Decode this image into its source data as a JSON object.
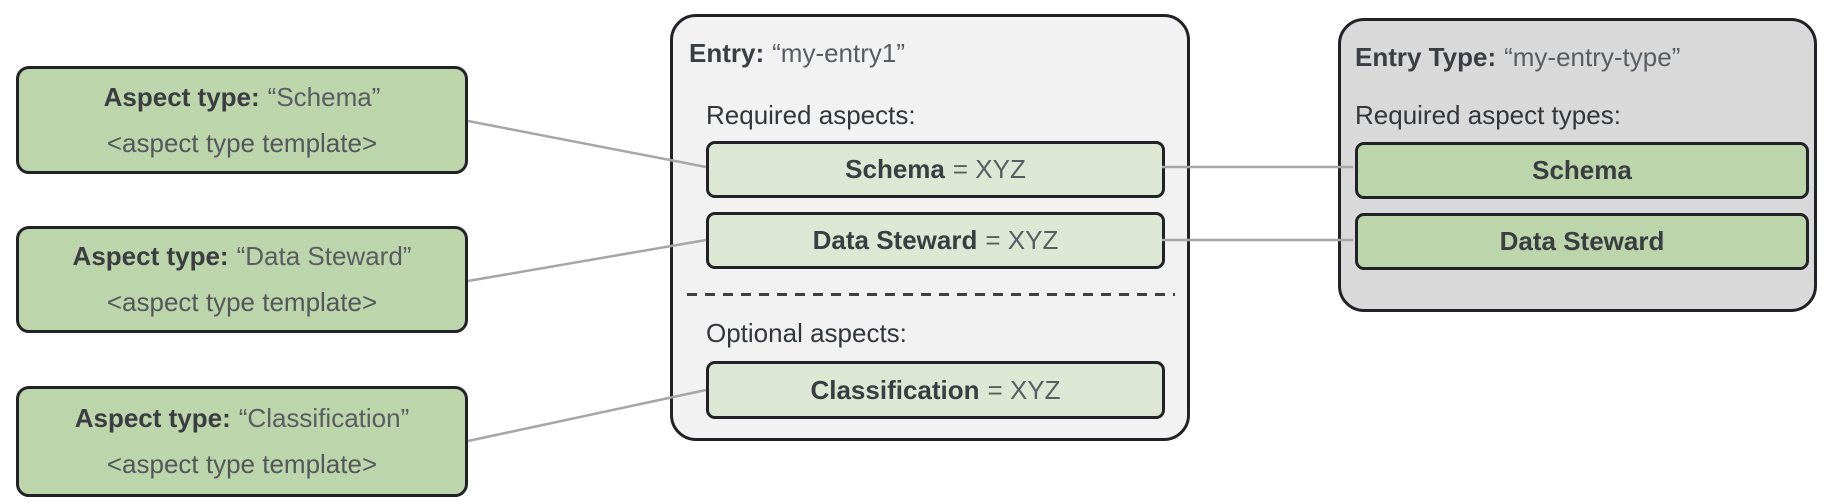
{
  "palette": {
    "aspect_green": "#bdd5ab",
    "chip_light_green": "#dde8d4",
    "entry_panel_gray": "#f2f2f2",
    "entry_type_gray": "#d9d9d9",
    "border_dark": "#212226",
    "connector_gray": "#a6a6a6",
    "text_dark": "#3a3d41",
    "text_gray": "#595d62"
  },
  "aspect_type_boxes": [
    {
      "label": "Aspect type:",
      "name": "“Schema”",
      "template": "<aspect type template>"
    },
    {
      "label": "Aspect type:",
      "name": "“Data Steward”",
      "template": "<aspect type template>"
    },
    {
      "label": "Aspect type:",
      "name": "“Classification”",
      "template": "<aspect type template>"
    }
  ],
  "entry_box": {
    "title_label": "Entry:",
    "title_value": "“my-entry1”",
    "required_label": "Required aspects:",
    "optional_label": "Optional aspects:",
    "required_aspects": [
      {
        "name": "Schema",
        "value": "= XYZ"
      },
      {
        "name": "Data Steward",
        "value": "= XYZ"
      }
    ],
    "optional_aspects": [
      {
        "name": "Classification",
        "value": "= XYZ"
      }
    ]
  },
  "entry_type_box": {
    "title_label": "Entry Type:",
    "title_value": "“my-entry-type”",
    "required_label": "Required aspect types:",
    "required_aspect_types": [
      {
        "name": "Schema"
      },
      {
        "name": "Data Steward"
      }
    ]
  }
}
